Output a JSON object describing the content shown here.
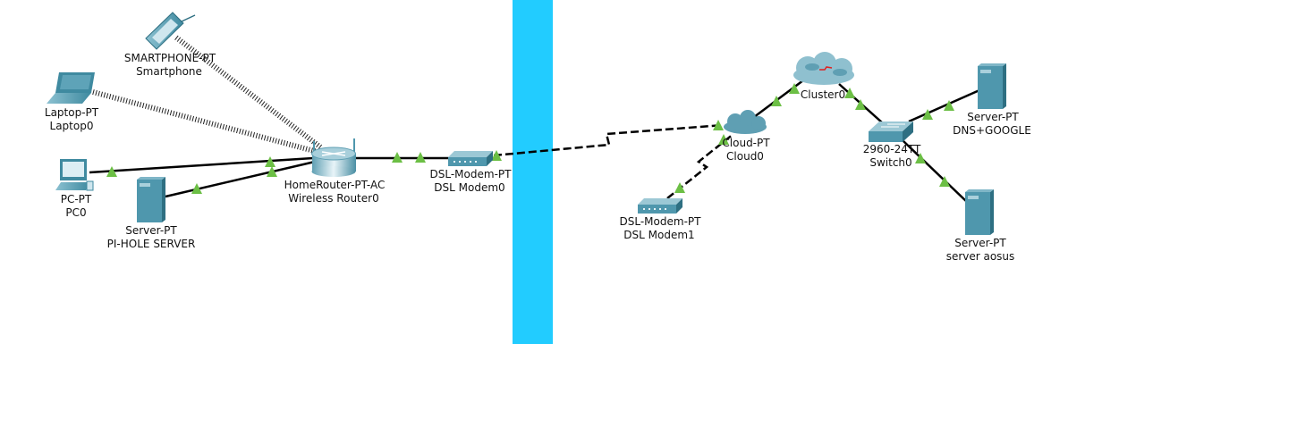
{
  "colors": {
    "boundary": "#22ccff",
    "link_up": "#6cbf45",
    "device": "#4f97ad"
  },
  "devices": {
    "smartphone": {
      "model": "SMARTPHONE-PT",
      "name": "Smartphone",
      "icon": "smartphone-icon"
    },
    "laptop": {
      "model": "Laptop-PT",
      "name": "Laptop0",
      "icon": "laptop-icon"
    },
    "pc": {
      "model": "PC-PT",
      "name": "PC0",
      "icon": "pc-icon"
    },
    "pihole": {
      "model": "Server-PT",
      "name": "PI-HOLE SERVER",
      "icon": "server-icon"
    },
    "router": {
      "model": "HomeRouter-PT-AC",
      "name": "Wireless Router0",
      "icon": "router-icon"
    },
    "modem0": {
      "model": "DSL-Modem-PT",
      "name": "DSL Modem0",
      "icon": "modem-icon"
    },
    "cloud": {
      "model": "Cloud-PT",
      "name": "Cloud0",
      "icon": "cloud-icon"
    },
    "modem1": {
      "model": "DSL-Modem-PT",
      "name": "DSL Modem1",
      "icon": "modem-icon"
    },
    "cluster": {
      "name": "Cluster0",
      "icon": "cluster-icon"
    },
    "switch": {
      "model": "2960-24TT",
      "name": "Switch0",
      "icon": "switch-icon"
    },
    "dns": {
      "model": "Server-PT",
      "name": "DNS+GOOGLE",
      "icon": "server-icon"
    },
    "aosus": {
      "model": "Server-PT",
      "name": "server aosus",
      "icon": "server-icon"
    }
  }
}
